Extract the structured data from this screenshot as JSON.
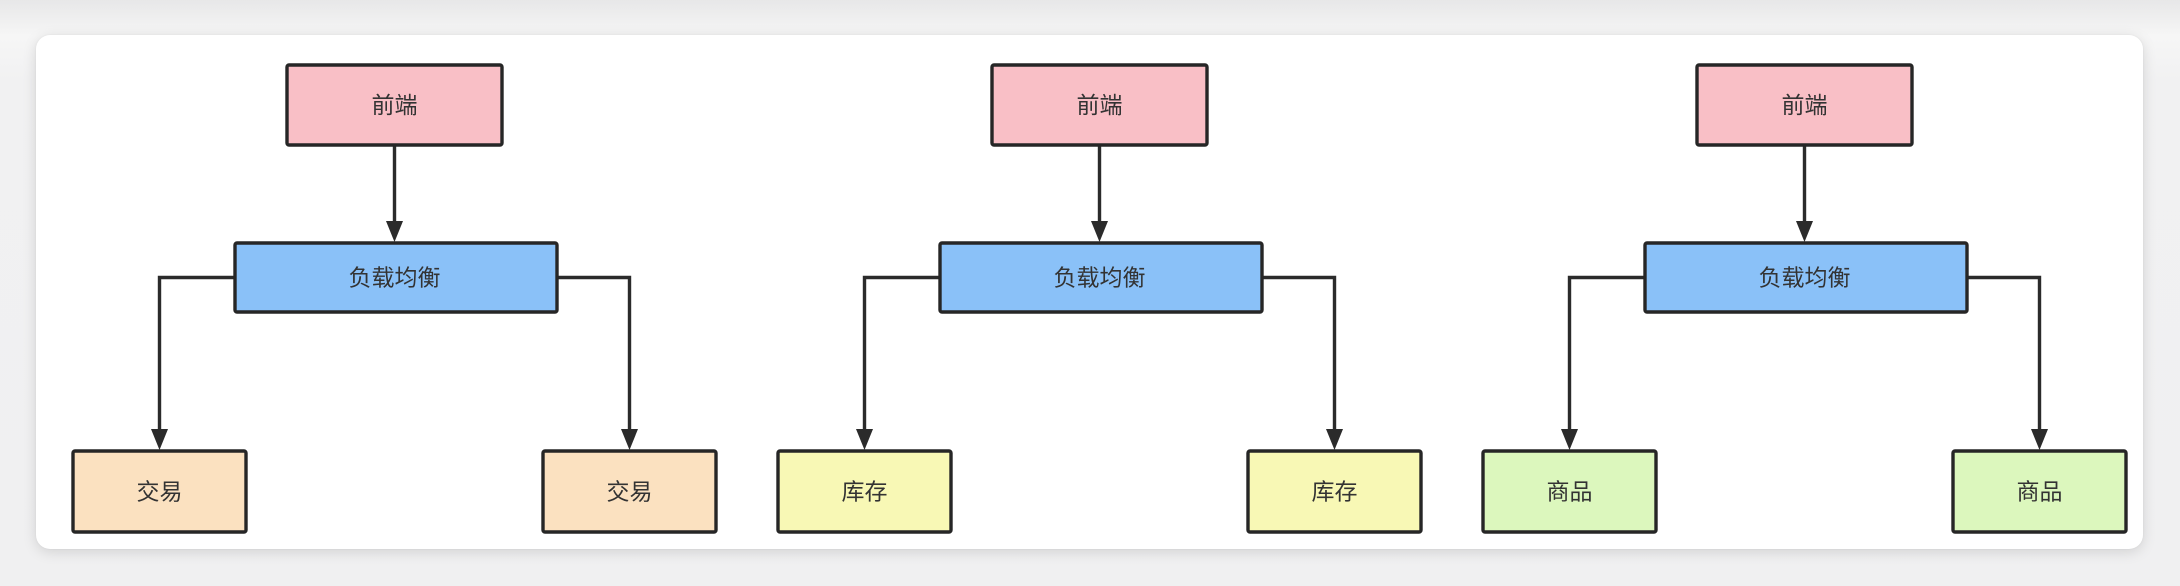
{
  "page": {
    "background": "#f0f0f1",
    "card_background": "#ffffff"
  },
  "style": {
    "node_border_color": "#262626",
    "connector_color": "#2b2b2b",
    "text_color": "#333333",
    "root_fill": "#f9bfc6",
    "balancer_fill": "#8ac1f8"
  },
  "diagrams": [
    {
      "id": "trade-cluster",
      "root": {
        "label": "前端",
        "fill": "#f9bfc6"
      },
      "balancer": {
        "label": "负载均衡",
        "fill": "#8ac1f8"
      },
      "children": [
        {
          "label": "交易",
          "fill": "#fbe1c0"
        },
        {
          "label": "交易",
          "fill": "#fbe1c0"
        }
      ]
    },
    {
      "id": "inventory-cluster",
      "root": {
        "label": "前端",
        "fill": "#f9bfc6"
      },
      "balancer": {
        "label": "负载均衡",
        "fill": "#8ac1f8"
      },
      "children": [
        {
          "label": "库存",
          "fill": "#f8f8b5"
        },
        {
          "label": "库存",
          "fill": "#f8f8b5"
        }
      ]
    },
    {
      "id": "product-cluster",
      "root": {
        "label": "前端",
        "fill": "#f9bfc6"
      },
      "balancer": {
        "label": "负载均衡",
        "fill": "#8ac1f8"
      },
      "children": [
        {
          "label": "商品",
          "fill": "#dcf7bd"
        },
        {
          "label": "商品",
          "fill": "#dcf7bd"
        }
      ]
    }
  ]
}
